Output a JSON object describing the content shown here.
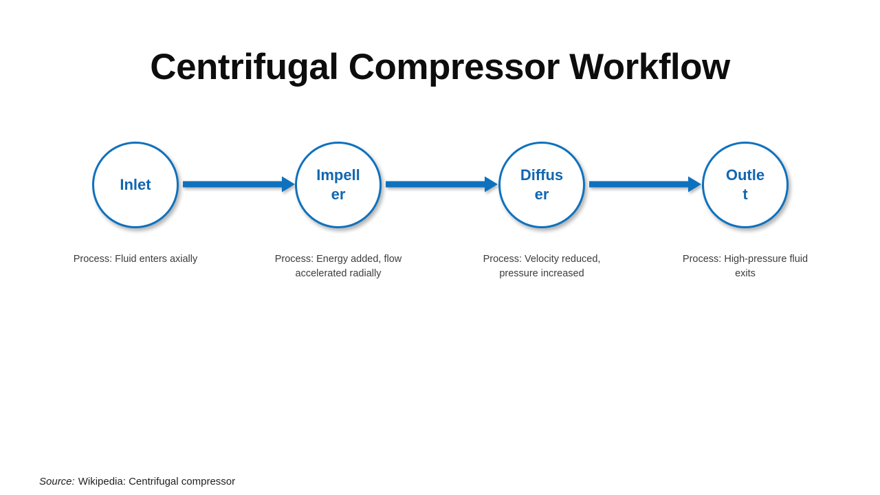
{
  "title": "Centrifugal Compressor Workflow",
  "colors": {
    "accent": "#0e71bd",
    "node-text": "#1166b0",
    "title-color": "#0d0d0d",
    "caption-color": "#3c3c3c",
    "background": "#ffffff"
  },
  "nodes": [
    {
      "label": "Inlet",
      "process": "Process: Fluid enters axially"
    },
    {
      "label": "Impell\ner",
      "process": "Process: Energy added, flow\naccelerated radially"
    },
    {
      "label": "Diffus\ner",
      "process": "Process: Velocity reduced,\npressure increased"
    },
    {
      "label": "Outle\nt",
      "process": "Process: High-pressure fluid\nexits"
    }
  ],
  "source": {
    "label": "Source:",
    "text": "Wikipedia: Centrifugal compressor"
  }
}
